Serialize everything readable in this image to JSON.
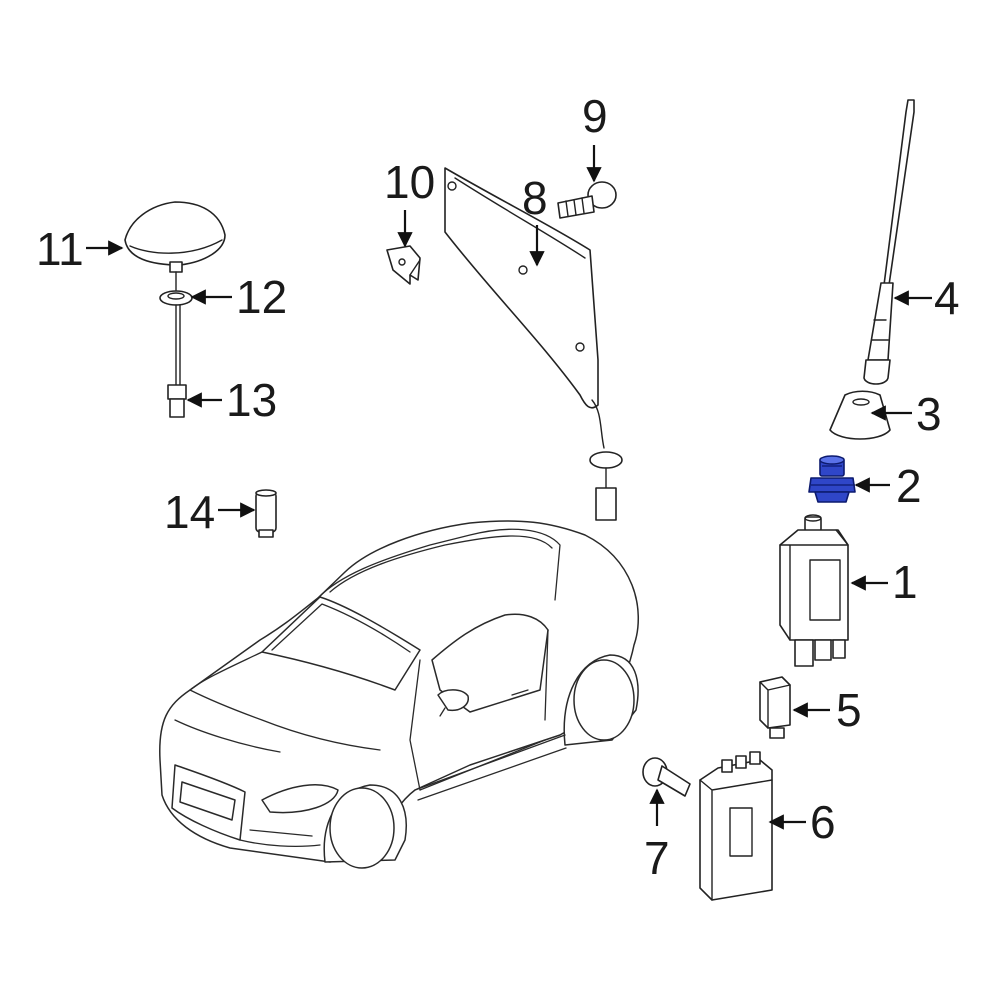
{
  "diagram": {
    "callouts": [
      {
        "id": "1",
        "text": "1"
      },
      {
        "id": "2",
        "text": "2",
        "highlighted": true
      },
      {
        "id": "3",
        "text": "3"
      },
      {
        "id": "4",
        "text": "4"
      },
      {
        "id": "5",
        "text": "5"
      },
      {
        "id": "6",
        "text": "6"
      },
      {
        "id": "7",
        "text": "7"
      },
      {
        "id": "8",
        "text": "8"
      },
      {
        "id": "9",
        "text": "9"
      },
      {
        "id": "10",
        "text": "10"
      },
      {
        "id": "11",
        "text": "11"
      },
      {
        "id": "12",
        "text": "12"
      },
      {
        "id": "13",
        "text": "13"
      },
      {
        "id": "14",
        "text": "14"
      }
    ],
    "colors": {
      "highlight": "#2f46c8",
      "line": "#222222",
      "background": "#ffffff"
    }
  }
}
